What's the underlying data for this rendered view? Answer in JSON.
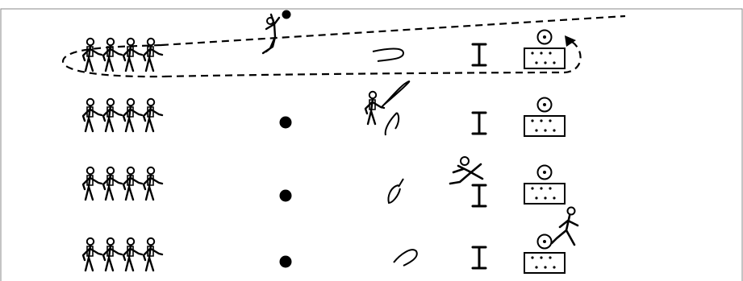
{
  "diagram": {
    "type": "sports-training-station-layout",
    "rows": [
      {
        "group": "team-1",
        "players": 4,
        "stations": [
          "vertical-jump",
          "rope",
          "hurdle",
          "target-mat"
        ],
        "route": "dashed-loop"
      },
      {
        "group": "team-2",
        "players": 4,
        "stations": [
          "ball",
          "rope-skipping",
          "hurdle",
          "target-mat"
        ]
      },
      {
        "group": "team-3",
        "players": 4,
        "stations": [
          "ball",
          "rope",
          "hurdle-jump",
          "target-mat"
        ]
      },
      {
        "group": "team-4",
        "players": 4,
        "stations": [
          "ball",
          "rope",
          "hurdle",
          "target-mat",
          "runner"
        ]
      }
    ],
    "colors": {
      "ink": "#000000",
      "frame": "#888888",
      "background": "#ffffff"
    }
  }
}
